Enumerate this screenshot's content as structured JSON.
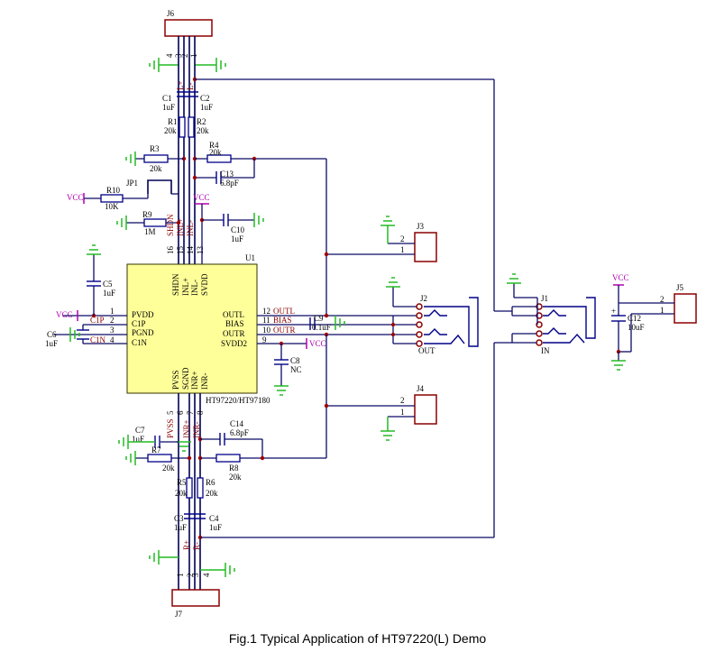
{
  "caption": "Fig.1 Typical Application of HT97220(L) Demo",
  "ic": {
    "designator": "U1",
    "part": "HT97220/HT97180",
    "left_pins": [
      {
        "num": "1",
        "name": "PVDD",
        "net": ""
      },
      {
        "num": "2",
        "name": "C1P",
        "net": "C1P"
      },
      {
        "num": "3",
        "name": "PGND",
        "net": ""
      },
      {
        "num": "4",
        "name": "C1N",
        "net": "C1N"
      }
    ],
    "right_pins": [
      {
        "num": "12",
        "name": "OUTL",
        "net": "OUTL"
      },
      {
        "num": "11",
        "name": "BIAS",
        "net": "BIAS"
      },
      {
        "num": "10",
        "name": "OUTR",
        "net": "OUTR"
      },
      {
        "num": "9",
        "name": "SVDD2",
        "net": ""
      }
    ],
    "top_pins": [
      {
        "num": "16",
        "name": "SHDN",
        "net": "SHDN"
      },
      {
        "num": "15",
        "name": "INL+",
        "net": "INL+"
      },
      {
        "num": "14",
        "name": "INL-",
        "net": "INL-"
      },
      {
        "num": "13",
        "name": "SVDD",
        "net": ""
      }
    ],
    "bottom_pins": [
      {
        "num": "5",
        "name": "PVSS",
        "net": "PVSS"
      },
      {
        "num": "6",
        "name": "SGND",
        "net": ""
      },
      {
        "num": "7",
        "name": "INR+",
        "net": "INR+"
      },
      {
        "num": "8",
        "name": "INR-",
        "net": "INR-"
      }
    ]
  },
  "components": {
    "J6": "J6",
    "J7": "J7",
    "J1": "J1",
    "J2": "J2",
    "J3": "J3",
    "J4": "J4",
    "J5": "J5",
    "JP1": "JP1",
    "C1": "C1",
    "C1_val": "1uF",
    "C2": "C2",
    "C2_val": "1uF",
    "R1": "R1",
    "R1_val": "20k",
    "R2": "R2",
    "R2_val": "20k",
    "R3": "R3",
    "R3_val": "20k",
    "R4": "R4",
    "R4_val": "20k",
    "C13": "C13",
    "C13_val": "6.8pF",
    "R10": "R10",
    "R10_val": "10K",
    "R9": "R9",
    "R9_val": "1M",
    "C10": "C10",
    "C10_val": "1uF",
    "C5": "C5",
    "C5_val": "1uF",
    "C6": "C6",
    "C6_val": "1uF",
    "C9": "C9",
    "C9_val": "0.1uF",
    "C8": "C8",
    "C8_val": "NC",
    "C7": "C7",
    "C7_val": "1uF",
    "C14": "C14",
    "C14_val": "6.8pF",
    "R7": "R7",
    "R7_val": "20k",
    "R8": "R8",
    "R8_val": "20k",
    "R5": "R5",
    "R5_val": "20k",
    "R6": "R6",
    "R6_val": "20k",
    "C3": "C3",
    "C3_val": "1uF",
    "C4": "C4",
    "C4_val": "1uF",
    "C12": "C12",
    "C12_val": "10uF"
  },
  "nets": {
    "lp": "L+",
    "lm": "L-",
    "rp": "R+",
    "rm": "R-",
    "vcc": "VCC",
    "out": "OUT",
    "in": "IN"
  },
  "pins": {
    "p1": "1",
    "p2": "2",
    "p3": "3",
    "p4": "4"
  }
}
